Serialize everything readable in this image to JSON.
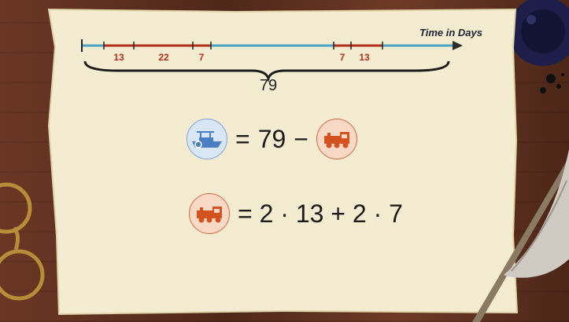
{
  "timeline": {
    "axis_label": "Time in Days",
    "segments": [
      "13",
      "22",
      "7",
      "7",
      "13"
    ],
    "total": "79"
  },
  "equation_1": {
    "lhs_icon": "ship-icon",
    "equals": "=",
    "number": "79",
    "minus": "−",
    "rhs_icon": "train-icon"
  },
  "equation_2": {
    "lhs_icon": "train-icon",
    "expression": "= 2 · 13 + 2 · 7"
  },
  "colors": {
    "axis_line": "#4aa3c3",
    "segment_red": "#b0301b",
    "paper": "#f4ecd0",
    "ship_blue": "#4a7fc4",
    "train_orange": "#d4521f"
  }
}
